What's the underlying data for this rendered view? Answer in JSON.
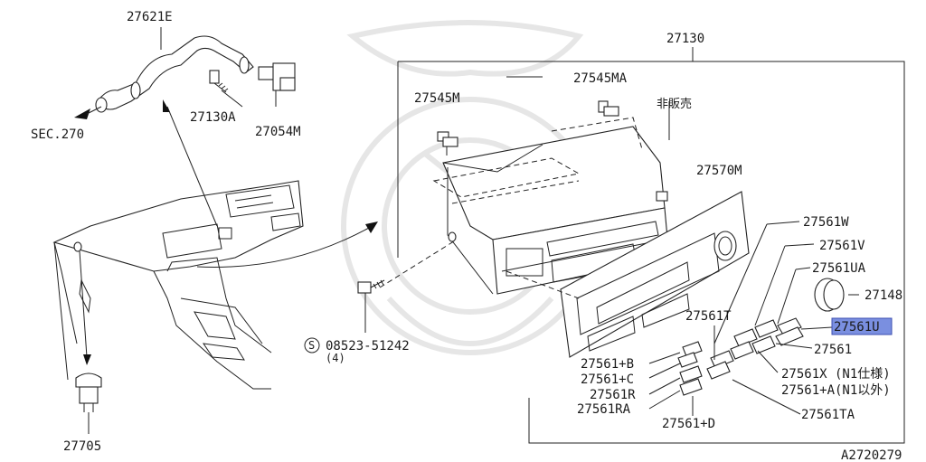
{
  "diagram": {
    "parts": [
      {
        "id": "p27621E",
        "text": "27621E"
      },
      {
        "id": "pSEC270",
        "text": "SEC.270"
      },
      {
        "id": "p27130A",
        "text": "27130A"
      },
      {
        "id": "p27054M",
        "text": "27054M"
      },
      {
        "id": "p27130",
        "text": "27130"
      },
      {
        "id": "p27545MA",
        "text": "27545MA"
      },
      {
        "id": "p27545M",
        "text": "27545M"
      },
      {
        "id": "pNotSold",
        "text": "非販売"
      },
      {
        "id": "p27570M",
        "text": "27570M"
      },
      {
        "id": "p27561W",
        "text": "27561W"
      },
      {
        "id": "p27561V",
        "text": "27561V"
      },
      {
        "id": "p27561UA",
        "text": "27561UA"
      },
      {
        "id": "p27148",
        "text": "27148"
      },
      {
        "id": "p27561U",
        "text": "27561U"
      },
      {
        "id": "p27561T",
        "text": "27561T"
      },
      {
        "id": "p27561",
        "text": "27561"
      },
      {
        "id": "p27561X",
        "text": "27561X (N1仕様)"
      },
      {
        "id": "p27561A",
        "text": "27561+A(N1以外)"
      },
      {
        "id": "p27561B",
        "text": "27561+B"
      },
      {
        "id": "p27561C",
        "text": "27561+C"
      },
      {
        "id": "p27561R",
        "text": "27561R"
      },
      {
        "id": "p27561RA",
        "text": "27561RA"
      },
      {
        "id": "p27561D",
        "text": "27561+D"
      },
      {
        "id": "p27561TA",
        "text": "27561TA"
      },
      {
        "id": "p08523",
        "text": "08523-51242"
      },
      {
        "id": "pQty",
        "text": "(4)"
      },
      {
        "id": "p27705",
        "text": "27705"
      }
    ],
    "screw_symbol": "S",
    "figure_code": "A2720279",
    "highlight_color": "#7a8fe0"
  }
}
